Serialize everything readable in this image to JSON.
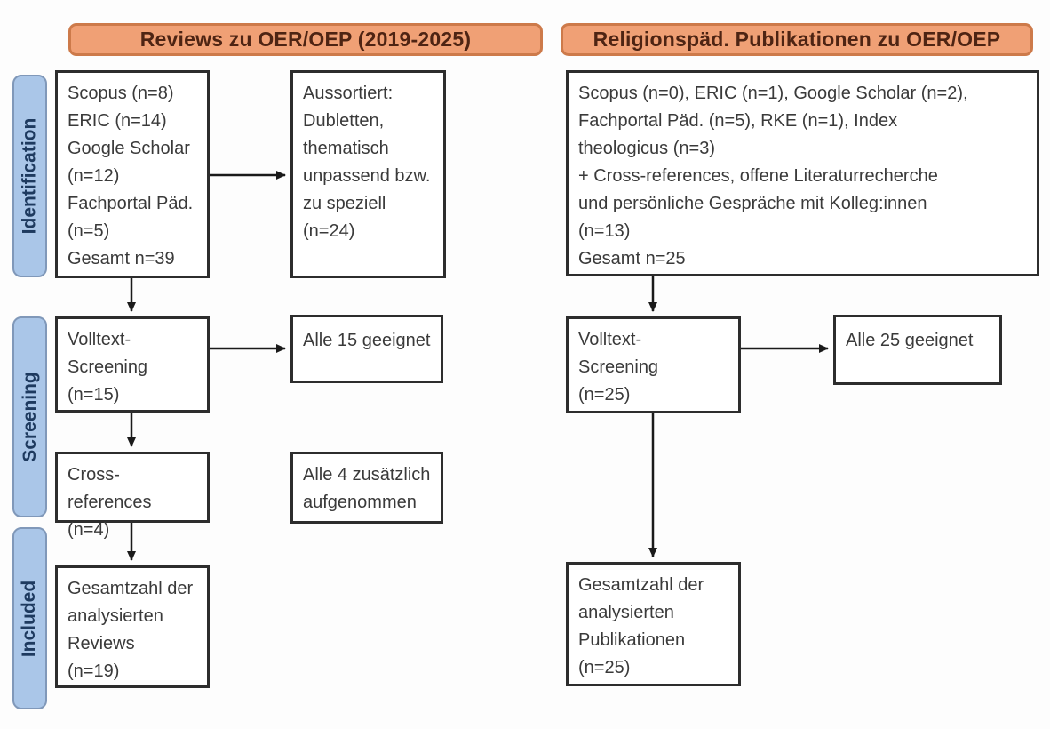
{
  "stages": {
    "identification": "Identification",
    "screening": "Screening",
    "included": "Included"
  },
  "left": {
    "header": "Reviews zu OER/OEP (2019-2025)",
    "sources_box": "Scopus (n=8)\nERIC (n=14)\nGoogle Scholar\n(n=12)\nFachportal Päd.\n(n=5)\nGesamt n=39",
    "excluded_box": "Aussortiert:\nDubletten,\nthematisch\nunpassend bzw.\nzu speziell\n(n=24)",
    "fulltext_box": "Volltext-\nScreening\n(n=15)",
    "eligible_box": "Alle 15 geeignet",
    "crossref_box": "Cross-references\n(n=4)",
    "added_box": "Alle 4 zusätzlich\naufgenommen",
    "included_box": "Gesamtzahl der\nanalysierten\nReviews\n(n=19)"
  },
  "right": {
    "header": "Religionspäd. Publikationen zu OER/OEP",
    "sources_box": "Scopus (n=0), ERIC (n=1), Google Scholar (n=2),\nFachportal Päd. (n=5), RKE (n=1), Index\ntheologicus (n=3)\n+ Cross-references, offene Literaturrecherche\nund persönliche Gespräche mit Kolleg:innen\n(n=13)\nGesamt n=25",
    "fulltext_box": "Volltext-\nScreening\n(n=25)",
    "eligible_box": "Alle 25 geeignet",
    "included_box": "Gesamtzahl der\nanalysierten\nPublikationen\n(n=25)"
  },
  "colors": {
    "header_fill": "#f0a075",
    "header_border": "#cd7a4a",
    "header_text": "#4e2413",
    "stage_fill": "#aac6e8",
    "stage_border": "#8098b9",
    "stage_text": "#1e3a5f",
    "box_border": "#2d2d2d",
    "box_text": "#3a3a3a",
    "arrow": "#1a1a1a"
  }
}
